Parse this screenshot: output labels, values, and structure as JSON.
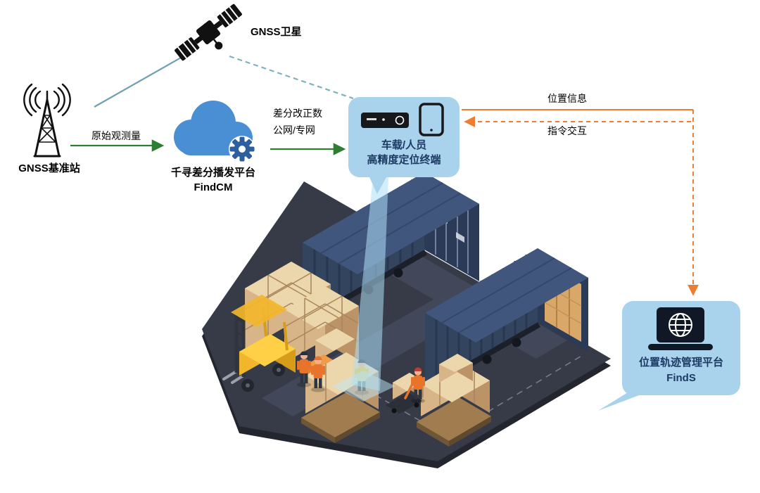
{
  "diagram": {
    "satellite": {
      "label": "GNSS卫星"
    },
    "base_station": {
      "label": "GNSS基准站"
    },
    "cloud_platform": {
      "name": "千寻差分播发平台",
      "product": "FindCM"
    },
    "terminal": {
      "line1": "车载/人员",
      "line2": "高精度定位终端"
    },
    "management_platform": {
      "name": "位置轨迹管理平台",
      "product": "FindS"
    },
    "flows": {
      "raw_observation": "原始观测量",
      "correction_line1": "差分改正数",
      "correction_line2": "公网/专网",
      "position_info": "位置信息",
      "command_interaction": "指令交互"
    }
  },
  "icons": [
    "satellite-icon",
    "base-station-icon",
    "cloud-icon",
    "gear-icon",
    "receiver-icon",
    "smartphone-icon",
    "laptop-globe-icon",
    "warehouse-scene-illustration"
  ],
  "colors": {
    "bubble_blue": "#a9d3ec",
    "text_navy": "#1c3a63",
    "arrow_green": "#2e7d32",
    "arrow_orange": "#ed7d31",
    "line_teal": "#74a7bd",
    "cloud_blue": "#4a8fd4",
    "gear_blue": "#2d5e9e",
    "container_navy": "#33445f",
    "platform_gray": "#363b47",
    "beam_blue": "#aee0f7",
    "box_tan": "#d8b588",
    "forklift_yellow": "#f2b62c"
  }
}
